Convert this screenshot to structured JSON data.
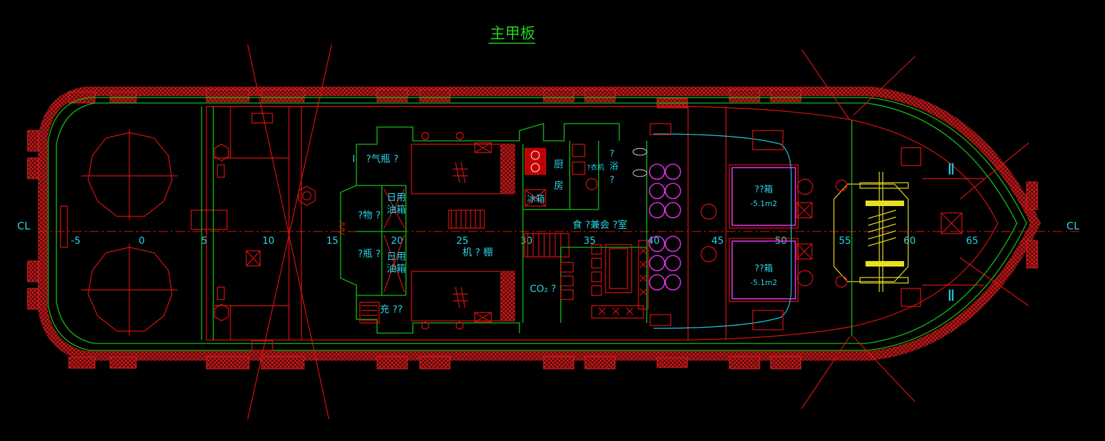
{
  "title": "主甲板",
  "centerline_label": "CL",
  "frame_numbers": [
    "-5",
    "0",
    "5",
    "10",
    "15",
    "20",
    "25",
    "30",
    "35",
    "40",
    "45",
    "50",
    "55",
    "60",
    "65"
  ],
  "room_labels": {
    "gas_bottle": "?气瓶 ?",
    "day_tank_top_1": "日用",
    "day_tank_top_2": "油箱",
    "day_tank_bottom_1": "日用",
    "day_tank_bottom_2": "油箱",
    "stores": "?物 ?",
    "bottle": "?瓶 ?",
    "charge": "充 ??",
    "galley_1": "厨",
    "galley_2": "房",
    "fridge": "冰箱",
    "bath_1": "?",
    "bath_2": "浴",
    "bath_3": "?",
    "wash": "?衣机",
    "mess_room": "食 ?兼会 ?室",
    "engine_casing": "机 ? 棚",
    "co2_room": "CO₂ ?",
    "tank_top_name": "??箱",
    "tank_top_cap": "-5.1m2",
    "tank_bottom_name": "??箱",
    "tank_bottom_cap": "-5.1m2",
    "roman_top": "Ⅱ",
    "roman_bottom": "Ⅱ",
    "marker_top": "Ⅰ"
  },
  "colors": {
    "background": "#000000",
    "hull": "#12c412",
    "structure": "#e01010",
    "fender": "#c02020",
    "text": "#2ad3e6",
    "accent_magenta": "#e030e0",
    "accent_yellow": "#e8e020"
  }
}
